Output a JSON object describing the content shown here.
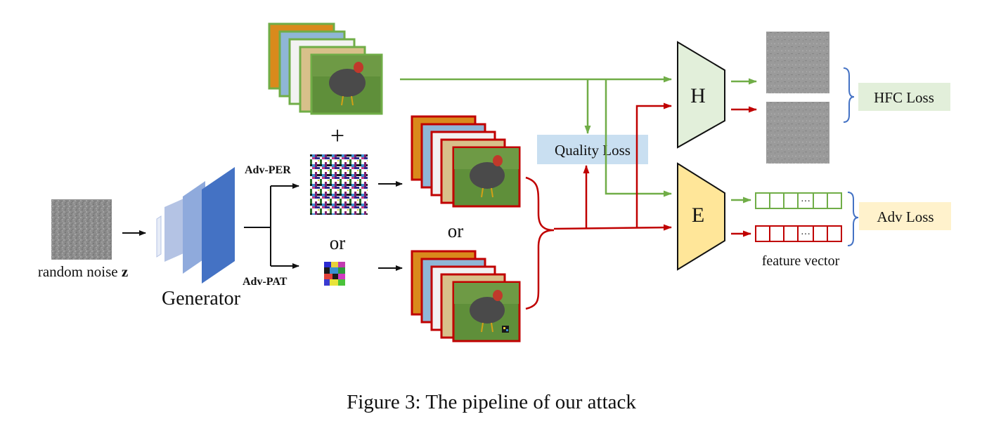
{
  "labels": {
    "random_noise": "random noise ",
    "random_noise_z": "z",
    "generator": "Generator",
    "adv_per": "Adv-PER",
    "adv_pat": "Adv-PAT",
    "plus": "+",
    "or_left": "or",
    "or_mid": "or",
    "quality_loss": "Quality Loss",
    "model_h": "H",
    "model_e": "E",
    "hfc_loss": "HFC Loss",
    "adv_loss": "Adv Loss",
    "vector_dots": "···",
    "feature_vector": "feature vector"
  },
  "caption": "Figure 3: The pipeline of our attack",
  "colors": {
    "clean_arrow": "#70ad47",
    "adv_arrow": "#c00000",
    "quality_box": "#c9dff1",
    "hfc_box": "#e2efda",
    "adv_box": "#fff2cc",
    "h_trapezoid": "#e2efda",
    "e_trapezoid": "#ffe699",
    "brace": "#4472c4",
    "generator_layers": [
      "#e7ecf7",
      "#b4c3e4",
      "#8faadc",
      "#4472c4"
    ]
  }
}
